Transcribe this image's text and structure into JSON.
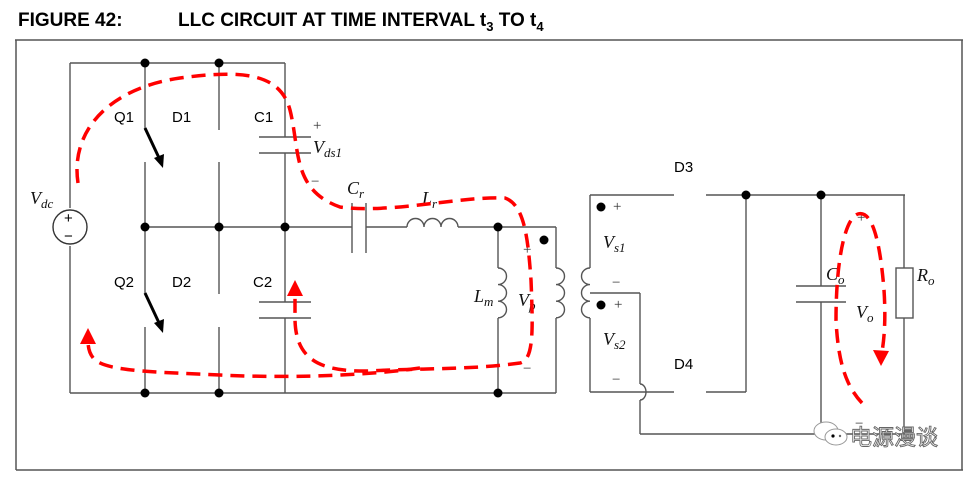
{
  "figure": {
    "number": "FIGURE 42:",
    "title_main": "LLC CIRCUIT AT TIME INTERVAL t",
    "title_sub1": "3",
    "title_mid": " TO t",
    "title_sub2": "4"
  },
  "components": {
    "source": {
      "label": "V",
      "sub": "dc",
      "plus": "+",
      "minus": "−"
    },
    "q1": "Q1",
    "d1": "D1",
    "c1": "C1",
    "q2": "Q2",
    "d2": "D2",
    "c2": "C2",
    "vds1": {
      "label": "V",
      "sub": "ds1",
      "plus": "+",
      "minus": "−"
    },
    "cr": {
      "label": "C",
      "sub": "r"
    },
    "lr": {
      "label": "L",
      "sub": "r"
    },
    "lm": {
      "label": "L",
      "sub": "m"
    },
    "vp": {
      "label": "V",
      "sub": "p",
      "plus": "+",
      "minus": "−"
    },
    "vs1": {
      "label": "V",
      "sub": "s1",
      "plus": "+",
      "minus": "−"
    },
    "vs2": {
      "label": "V",
      "sub": "s2",
      "plus": "+",
      "minus": "−"
    },
    "d3": "D3",
    "d4": "D4",
    "co": {
      "label": "C",
      "sub": "o"
    },
    "ro": {
      "label": "R",
      "sub": "o"
    },
    "vo": {
      "label": "V",
      "sub": "o",
      "plus": "+",
      "minus": "−"
    }
  },
  "current_path_color": "#ff0000",
  "watermark": "电源漫谈"
}
